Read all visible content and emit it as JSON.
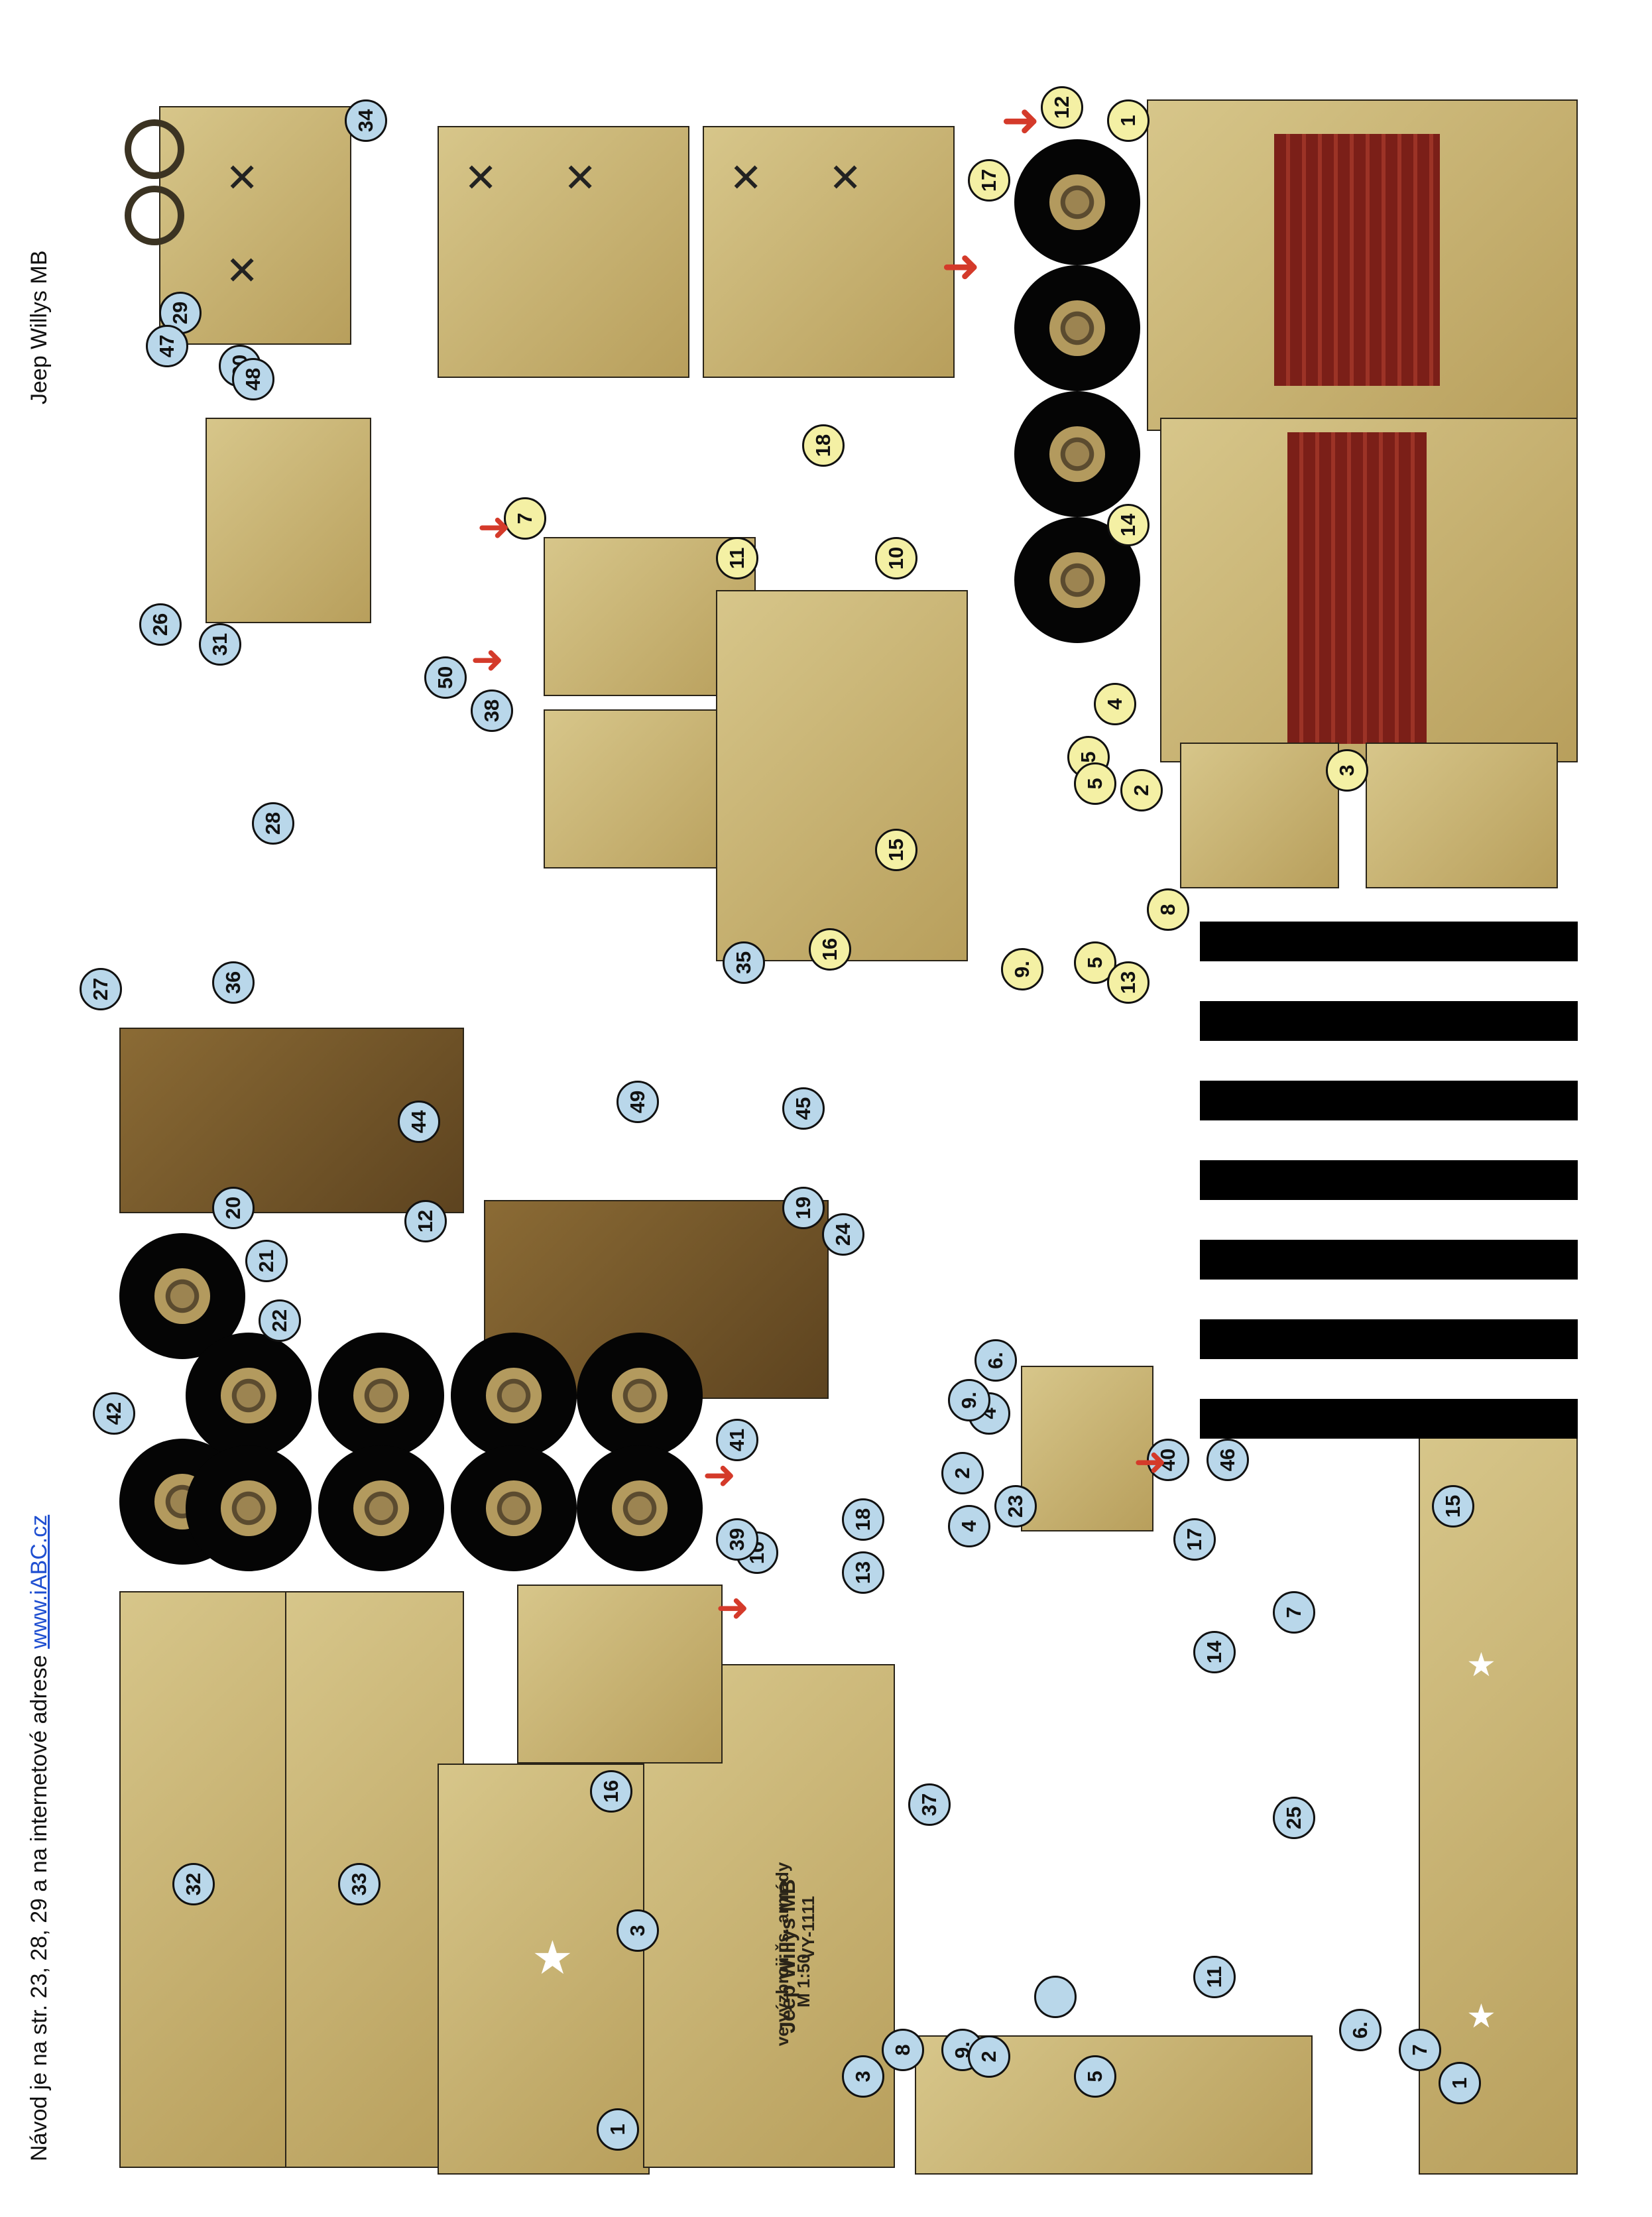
{
  "side": {
    "model_title": "Jeep Willys MB",
    "instructions_text": "Návod je na str. 23, 28, 29 a na internetové adrese ",
    "instructions_link": "www.iABC.cz"
  },
  "model_label": {
    "line1": "Jeep Willys MB",
    "line2": "ve výzbroji čs. armády",
    "line3": "M 1:50",
    "line4": "VY-1111"
  },
  "part_numbers_blue": [
    "1",
    "2",
    "3",
    "4",
    "6.",
    "7",
    "8",
    "9.",
    "10",
    "12",
    "13",
    "14",
    "15",
    "16",
    "17",
    "18",
    "19",
    "20",
    "21",
    "22",
    "24",
    "25",
    "26",
    "27",
    "28",
    "29",
    "30",
    "31",
    "32",
    "33",
    "34",
    "35",
    "36",
    "37",
    "38",
    "39",
    "40",
    "41",
    "42",
    "44",
    "45",
    "46",
    "47",
    "48",
    "49",
    "50",
    "1",
    "3",
    "5",
    "7",
    "11",
    "6.",
    "9.",
    "2",
    "4",
    "23"
  ],
  "part_numbers_yellow": [
    "1",
    "2",
    "3",
    "4",
    "5",
    "5",
    "8",
    "10",
    "11",
    "12",
    "13",
    "14",
    "15",
    "16",
    "17",
    "18",
    "7",
    "5",
    "9."
  ],
  "colors": {
    "paper": "#ffffff",
    "khaki": "#c9b574",
    "wood_red": "#7b1f18",
    "tire": "#050505",
    "badge_blue": "#b9d7ea",
    "badge_yellow": "#f4f0a4"
  },
  "icons": [
    "star-icon",
    "cross-icon",
    "steering-wheel-icon",
    "arrow-icon"
  ]
}
